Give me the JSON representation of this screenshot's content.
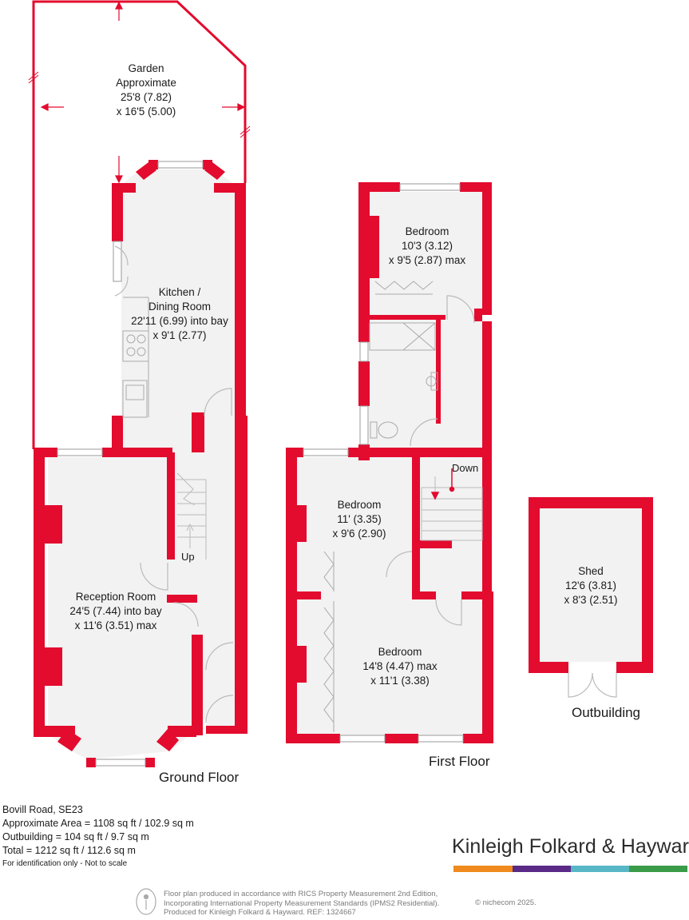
{
  "colors": {
    "wall": "#e30b2e",
    "floor": "#f2f2f2",
    "text": "#1a1a1a",
    "footer_text": "#7a7a7a",
    "bar": [
      "#f08a1c",
      "#5a2a86",
      "#58b7c7",
      "#3a9b48"
    ]
  },
  "rooms": {
    "garden": [
      "Garden",
      "Approximate",
      "25'8 (7.82)",
      "x 16'5 (5.00)"
    ],
    "kitchen": [
      "Kitchen /",
      "Dining Room",
      "22'11 (6.99) into bay",
      "x 9'1 (2.77)"
    ],
    "reception": [
      "Reception Room",
      "24'5 (7.44) into bay",
      "x 11'6 (3.51) max"
    ],
    "bedroom_rear": [
      "Bedroom",
      "10'3 (3.12)",
      "x 9'5 (2.87) max"
    ],
    "bedroom_mid": [
      "Bedroom",
      "11' (3.35)",
      "x 9'6 (2.90)"
    ],
    "bedroom_front": [
      "Bedroom",
      "14'8 (4.47) max",
      "x 11'1 (3.38)"
    ],
    "shed": [
      "Shed",
      "12'6 (3.81)",
      "x 8'3 (2.51)"
    ]
  },
  "stairs": {
    "up": "Up",
    "down": "Down"
  },
  "floors": {
    "ground": "Ground Floor",
    "first": "First Floor",
    "outbuilding": "Outbuilding"
  },
  "info": {
    "address": "Bovill Road, SE23",
    "area": "Approximate Area = 1108 sq ft / 102.9 sq m",
    "outbuilding": "Outbuilding = 104 sq ft / 9.7 sq m",
    "total": "Total = 1212 sq ft / 112.6 sq m",
    "disclaimer": "For identification only - Not to scale"
  },
  "brand": "Kinleigh Folkard & Hayward",
  "footer": {
    "line1": "Floor plan produced in accordance with RICS Property Measurement 2nd Edition,",
    "line2": "Incorporating International Property Measurement Standards (IPMS2 Residential).",
    "line3": "Produced for Kinleigh Folkard & Hayward.   REF: 1324667",
    "copyright": "© nichecom 2025."
  }
}
